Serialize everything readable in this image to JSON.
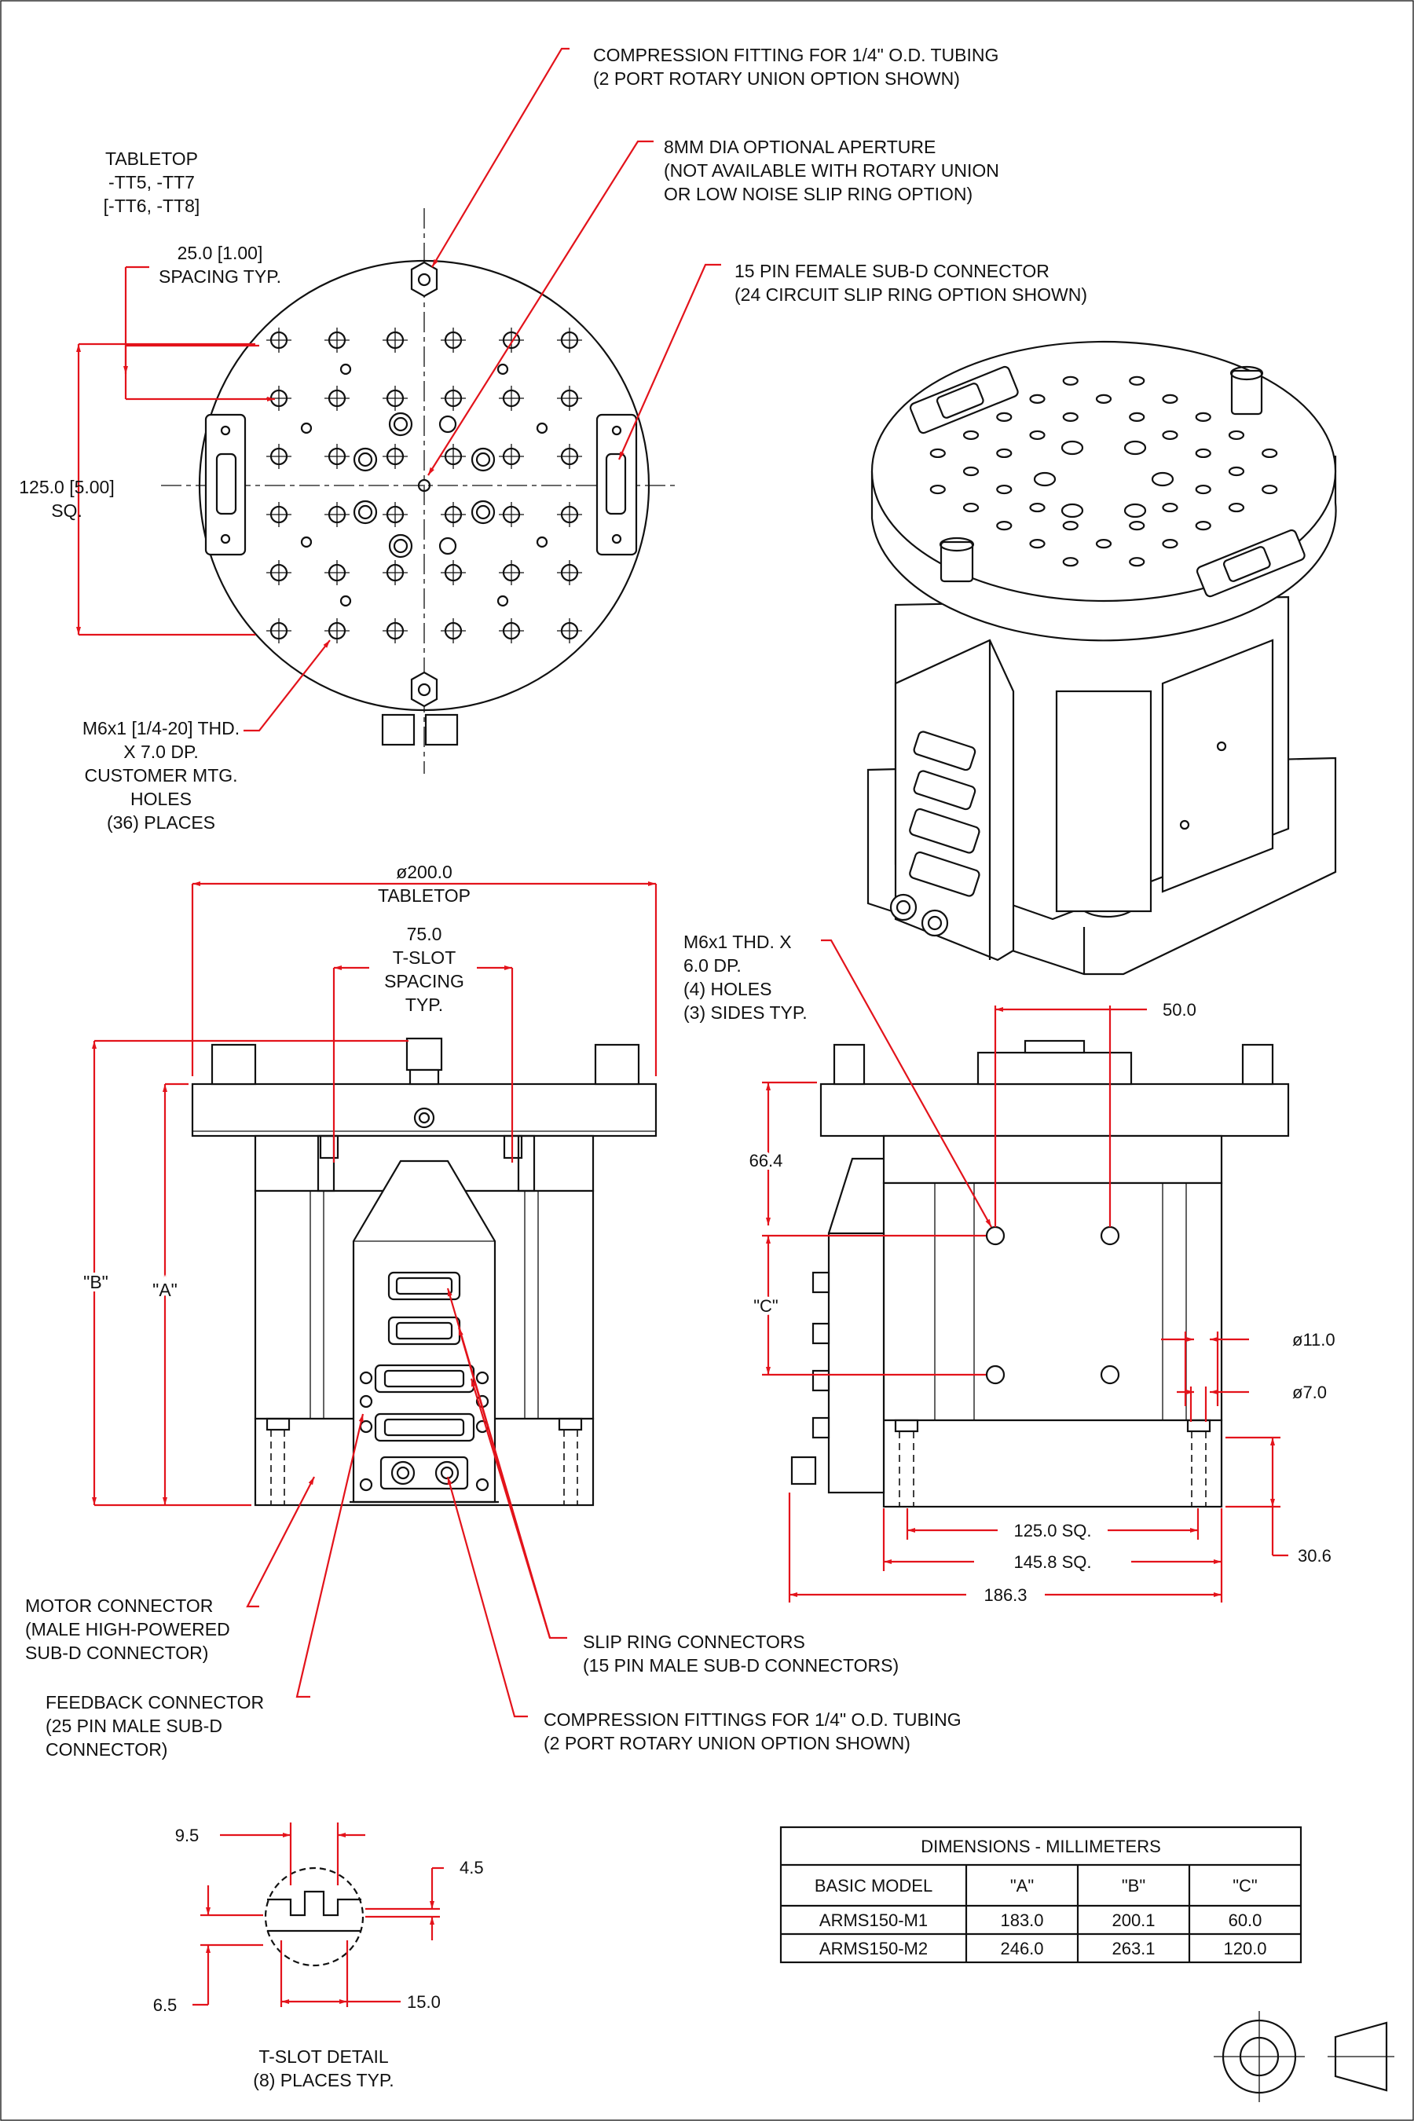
{
  "callouts": {
    "compression_top": [
      "COMPRESSION FITTING FOR 1/4\" O.D. TUBING",
      "(2 PORT ROTARY UNION OPTION SHOWN)"
    ],
    "aperture": [
      "8MM DIA OPTIONAL APERTURE",
      "(NOT AVAILABLE WITH ROTARY UNION",
      "OR LOW NOISE SLIP RING OPTION)"
    ],
    "subd_female": [
      "15 PIN FEMALE SUB-D CONNECTOR",
      "(24 CIRCUIT SLIP RING OPTION SHOWN)"
    ],
    "tabletop": [
      "TABLETOP",
      "-TT5, -TT7",
      "[-TT6, -TT8]"
    ],
    "spacing": [
      "25.0 [1.00]",
      "SPACING TYP."
    ],
    "square": [
      "125.0 [5.00]",
      "SQ."
    ],
    "mtg_holes": [
      "M6x1 [1/4-20] THD.",
      "X 7.0 DP.",
      "CUSTOMER MTG.",
      "HOLES",
      "(36) PLACES"
    ],
    "tabletop_dia": [
      "ø200.0",
      "TABLETOP"
    ],
    "tslot_spacing": [
      "75.0",
      "T-SLOT",
      "SPACING",
      "TYP."
    ],
    "side_holes": [
      "M6x1 THD. X",
      "6.0 DP.",
      "(4) HOLES",
      "(3) SIDES TYP."
    ],
    "motor": [
      "MOTOR CONNECTOR",
      "(MALE HIGH-POWERED",
      "SUB-D CONNECTOR)"
    ],
    "feedback": [
      "FEEDBACK CONNECTOR",
      "(25 PIN MALE SUB-D",
      "CONNECTOR)"
    ],
    "slip_ring": [
      "SLIP RING CONNECTORS",
      "(15 PIN MALE SUB-D CONNECTORS)"
    ],
    "compression_bottom": [
      "COMPRESSION FITTINGS FOR 1/4\" O.D. TUBING",
      "(2 PORT ROTARY UNION OPTION SHOWN)"
    ],
    "tslot_detail": [
      "T-SLOT DETAIL",
      "(8) PLACES TYP."
    ]
  },
  "dims": {
    "B": "\"B\"",
    "A": "\"A\"",
    "C": "\"C\"",
    "d66": "66.4",
    "d50": "50.0",
    "d11": "ø11.0",
    "d7": "ø7.0",
    "d306": "30.6",
    "d125": "125.0 SQ.",
    "d1458": "145.8 SQ.",
    "d1863": "186.3",
    "t95": "9.5",
    "t45": "4.5",
    "t65": "6.5",
    "t150": "15.0"
  },
  "table": {
    "title": "DIMENSIONS - MILLIMETERS",
    "headers": [
      "BASIC MODEL",
      "\"A\"",
      "\"B\"",
      "\"C\""
    ],
    "rows": [
      [
        "ARMS150-M1",
        "183.0",
        "200.1",
        "60.0"
      ],
      [
        "ARMS150-M2",
        "246.0",
        "263.1",
        "120.0"
      ]
    ]
  },
  "colors": {
    "leader": "#e3131b",
    "line": "#111111"
  }
}
